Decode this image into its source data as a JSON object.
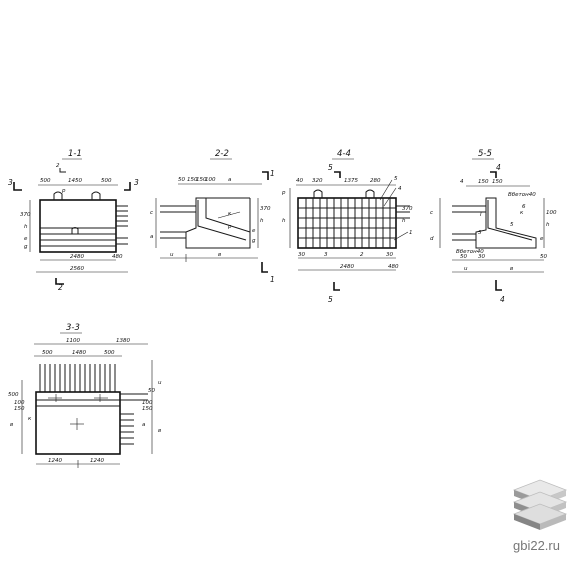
{
  "sections": {
    "s11": {
      "title": "1-1",
      "cut": "3",
      "bottom_mark": "2",
      "top_mark": "2",
      "dims_top": [
        "500",
        "1450",
        "500"
      ],
      "dims_left": [
        "370",
        "h",
        "e",
        "g"
      ],
      "dims_bottom": [
        "2480",
        "2560"
      ],
      "dim_right": "480",
      "symbol": "p"
    },
    "s22": {
      "title": "2-2",
      "top_marks": [
        "50",
        "150",
        "150",
        "100",
        "a"
      ],
      "dims_left": [
        "c",
        "a"
      ],
      "dims_right": [
        "370",
        "h",
        "e",
        "g"
      ],
      "dims_bottom": [
        "u",
        "в"
      ],
      "symbols": [
        "к",
        "p",
        "ð"
      ],
      "mark": "1"
    },
    "s44": {
      "title": "4-4",
      "top_mark": "5",
      "bottom_mark": "5",
      "dims_top": [
        "40",
        "320",
        "1375",
        "280"
      ],
      "dims_left": [
        "p",
        "h"
      ],
      "dims_right": [
        "370",
        "h"
      ],
      "dims_bottom": [
        "30",
        "3",
        "2",
        "30"
      ],
      "dims_total": [
        "2480",
        "480"
      ],
      "callouts": [
        "5",
        "4",
        "1"
      ]
    },
    "s55": {
      "title": "5-5",
      "top_mark": "4",
      "bottom_mark": "4",
      "dims_top": [
        "150",
        "150",
        "4"
      ],
      "dims_left": [
        "c",
        "d"
      ],
      "dims_right": [
        "100",
        "h",
        "e"
      ],
      "labels": [
        "Вбетон40",
        "Вбетон40"
      ],
      "dims_bottom": [
        "50",
        "30",
        "u",
        "в",
        "50"
      ],
      "symbols": [
        "I",
        "к",
        "6",
        "3",
        "5"
      ]
    },
    "s33": {
      "title": "3-3",
      "dims_top": [
        "1100",
        "1380"
      ],
      "dims_top2": [
        "500",
        "1480",
        "500"
      ],
      "dims_left": [
        "500",
        "100",
        "150",
        "в",
        "к"
      ],
      "dims_right": [
        "50",
        "100",
        "150",
        "u",
        "a",
        "в"
      ],
      "dims_bottom": [
        "1240",
        "1240"
      ]
    }
  },
  "watermark": {
    "text": "gbi22.ru",
    "icon": "stacked-slabs-logo"
  }
}
